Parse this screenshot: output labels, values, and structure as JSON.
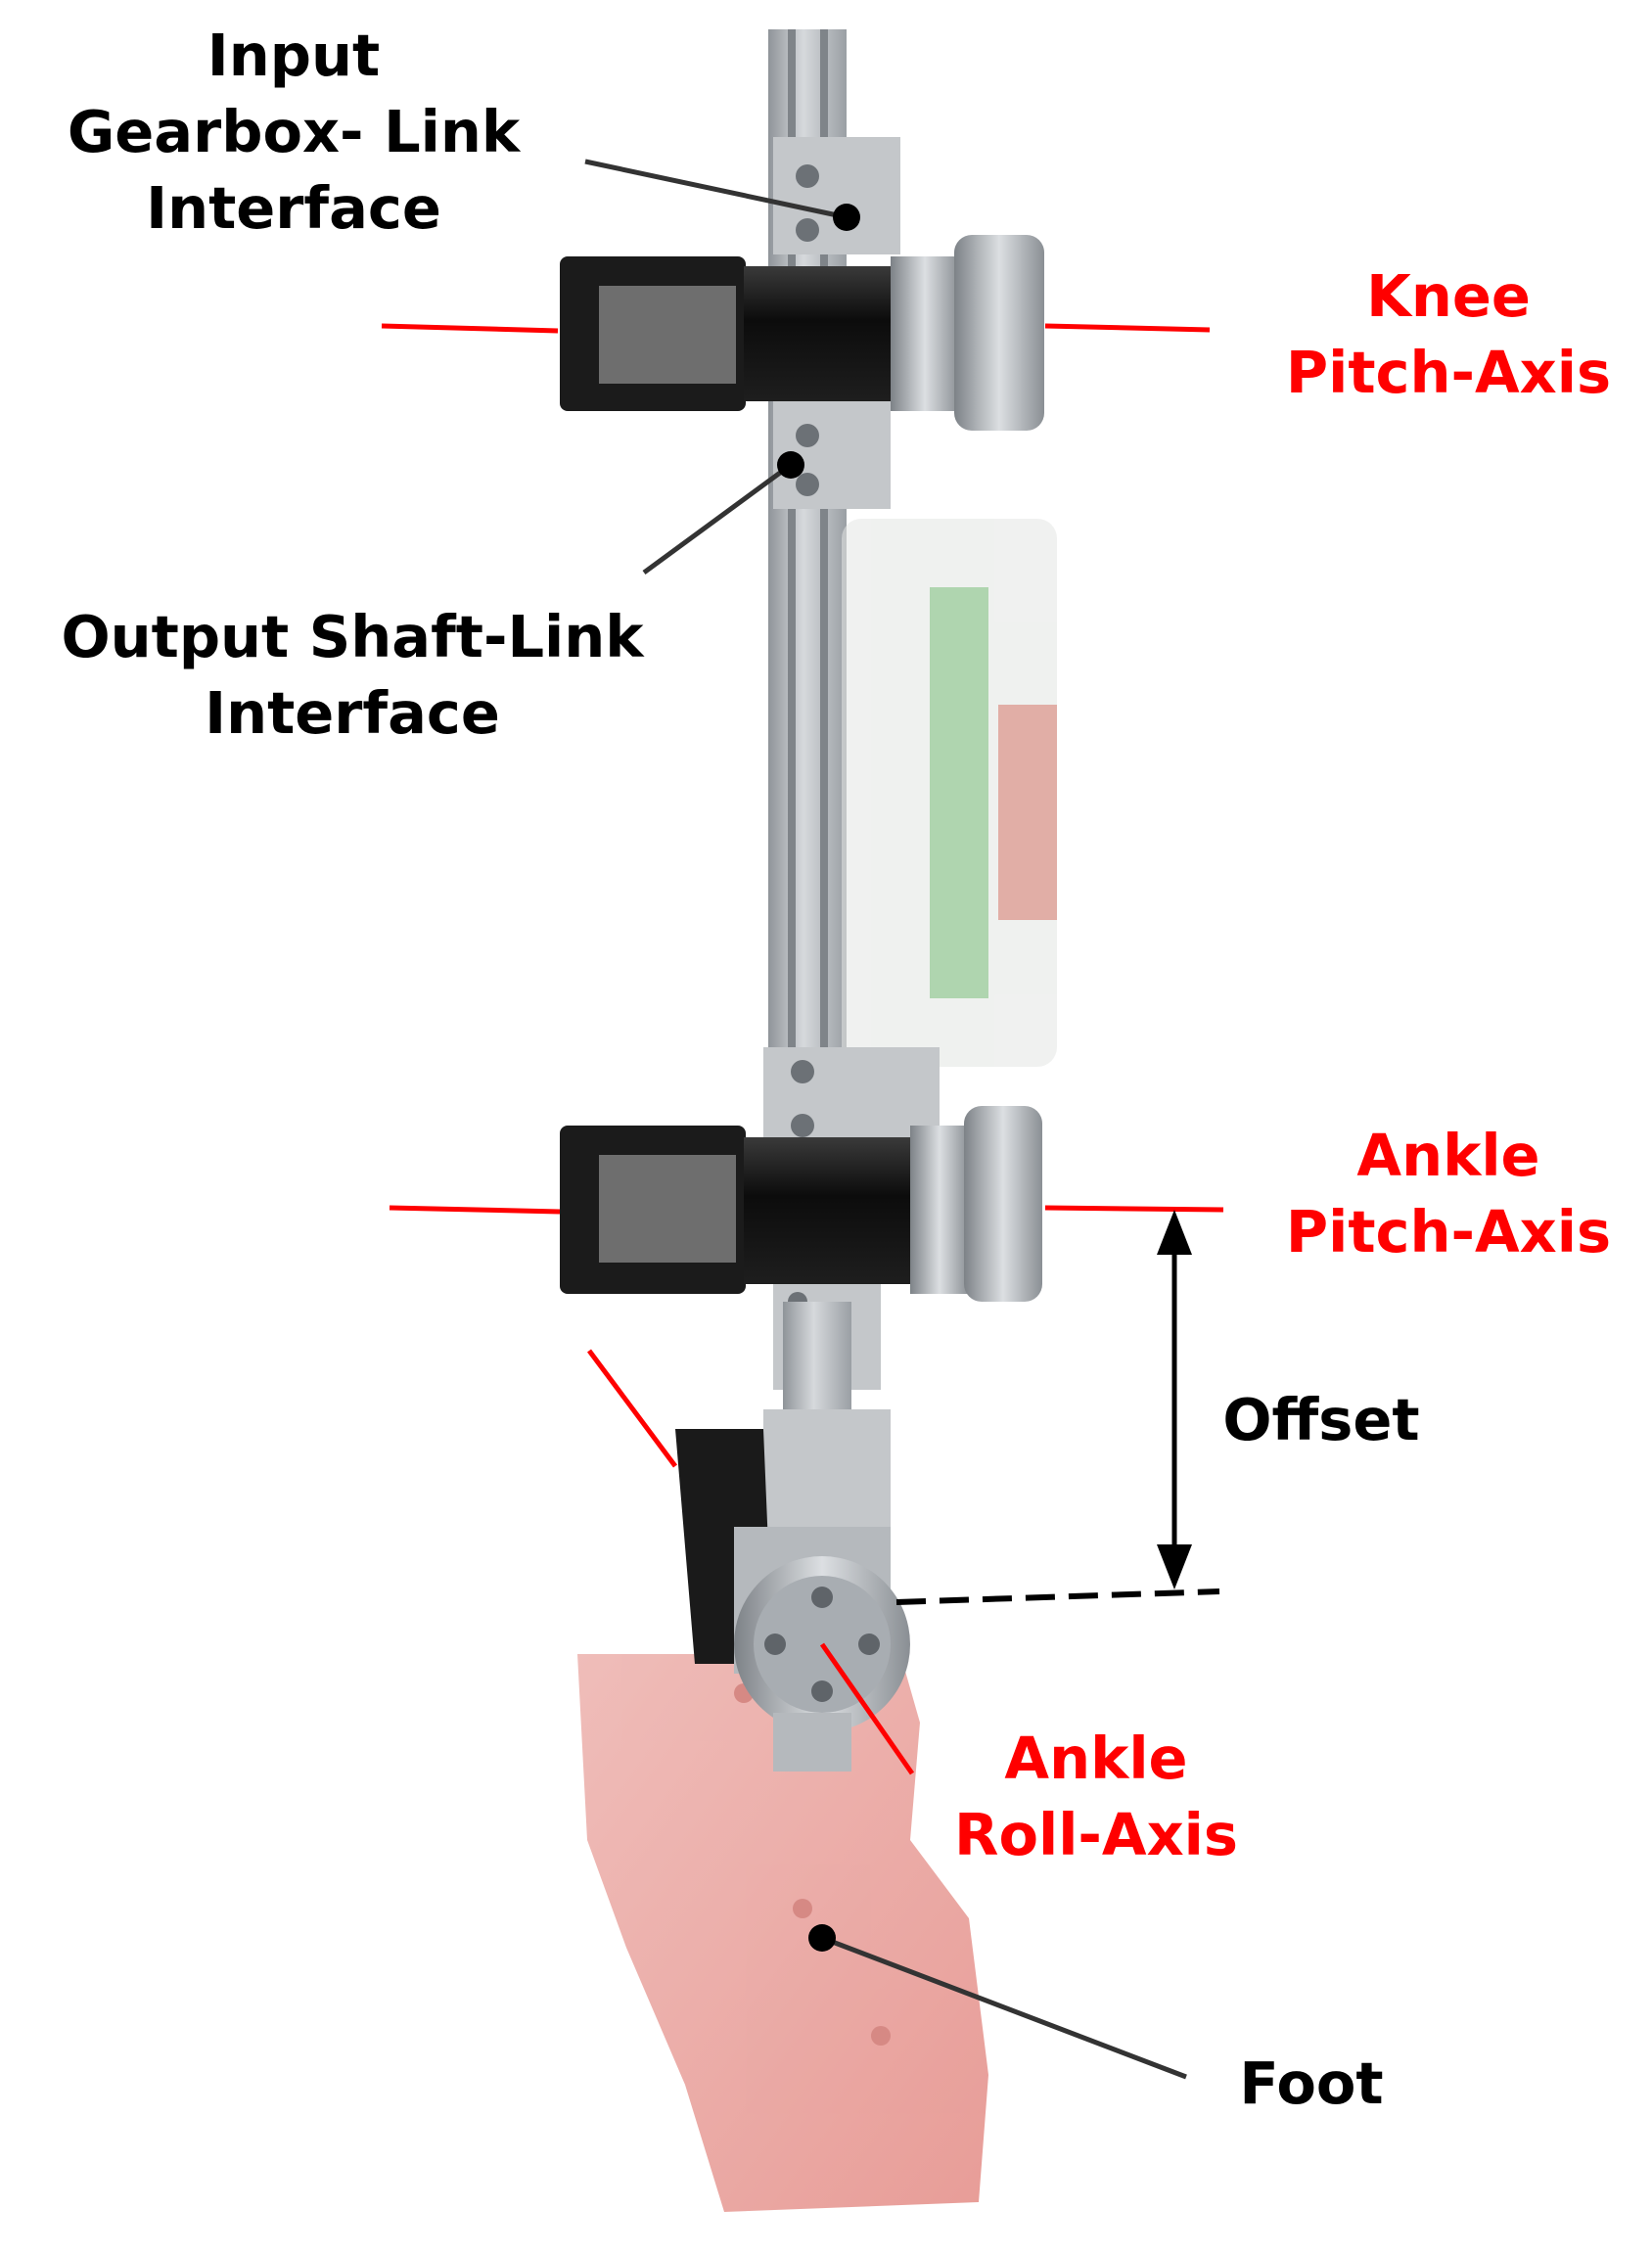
{
  "labels": {
    "input_interface": [
      "Input",
      "Gearbox- Link",
      "Interface"
    ],
    "output_interface": [
      "Output Shaft-Link",
      "Interface"
    ],
    "knee_axis": [
      "Knee",
      "Pitch-Axis"
    ],
    "ankle_pitch_axis": [
      "Ankle",
      "Pitch-Axis"
    ],
    "offset": "Offset",
    "ankle_roll_axis": [
      "Ankle",
      "Roll-Axis"
    ],
    "foot": "Foot"
  },
  "colors": {
    "axis_red": "#ff0000",
    "label_black": "#000000",
    "leader_gray": "#333333",
    "aluminum": "#b9bdc1",
    "aluminum_dark": "#8c9196",
    "motor_black": "#111111",
    "foot_red": "#e0807a"
  }
}
